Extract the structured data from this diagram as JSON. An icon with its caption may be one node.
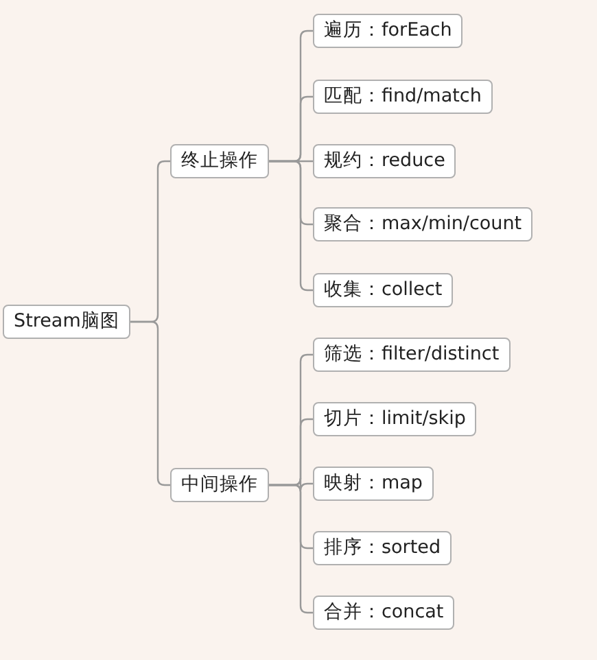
{
  "diagram": {
    "nodes": [
      {
        "text": [
          "Stream脑图"
        ]
      },
      {
        "text": [
          "终止操作"
        ]
      },
      {
        "text": [
          "遍历：forEach"
        ]
      },
      {
        "text": [
          "匹配：find/match"
        ]
      },
      {
        "text": [
          "规约：reduce"
        ]
      },
      {
        "text": [
          "聚合：max/min/count"
        ]
      },
      {
        "text": [
          "收集：collect"
        ]
      },
      {
        "text": [
          "中间操作"
        ]
      },
      {
        "text": [
          "筛选：filter/distinct"
        ]
      },
      {
        "text": [
          "切片：limit/skip"
        ]
      },
      {
        "text": [
          "映射：map"
        ]
      },
      {
        "text": [
          "排序：sorted"
        ]
      },
      {
        "text": [
          "合并：concat"
        ]
      }
    ],
    "edges": [
      {
        "from": 0,
        "to": 1,
        "arrow": "none"
      },
      {
        "from": 0,
        "to": 7,
        "arrow": "none"
      },
      {
        "from": 1,
        "to": 2,
        "arrow": "none"
      },
      {
        "from": 1,
        "to": 3,
        "arrow": "none"
      },
      {
        "from": 1,
        "to": 4,
        "arrow": "none"
      },
      {
        "from": 1,
        "to": 5,
        "arrow": "none"
      },
      {
        "from": 1,
        "to": 6,
        "arrow": "none"
      },
      {
        "from": 7,
        "to": 8,
        "arrow": "none"
      },
      {
        "from": 7,
        "to": 9,
        "arrow": "none"
      },
      {
        "from": 7,
        "to": 10,
        "arrow": "none"
      },
      {
        "from": 7,
        "to": 11,
        "arrow": "none"
      },
      {
        "from": 7,
        "to": 12,
        "arrow": "none"
      }
    ]
  }
}
